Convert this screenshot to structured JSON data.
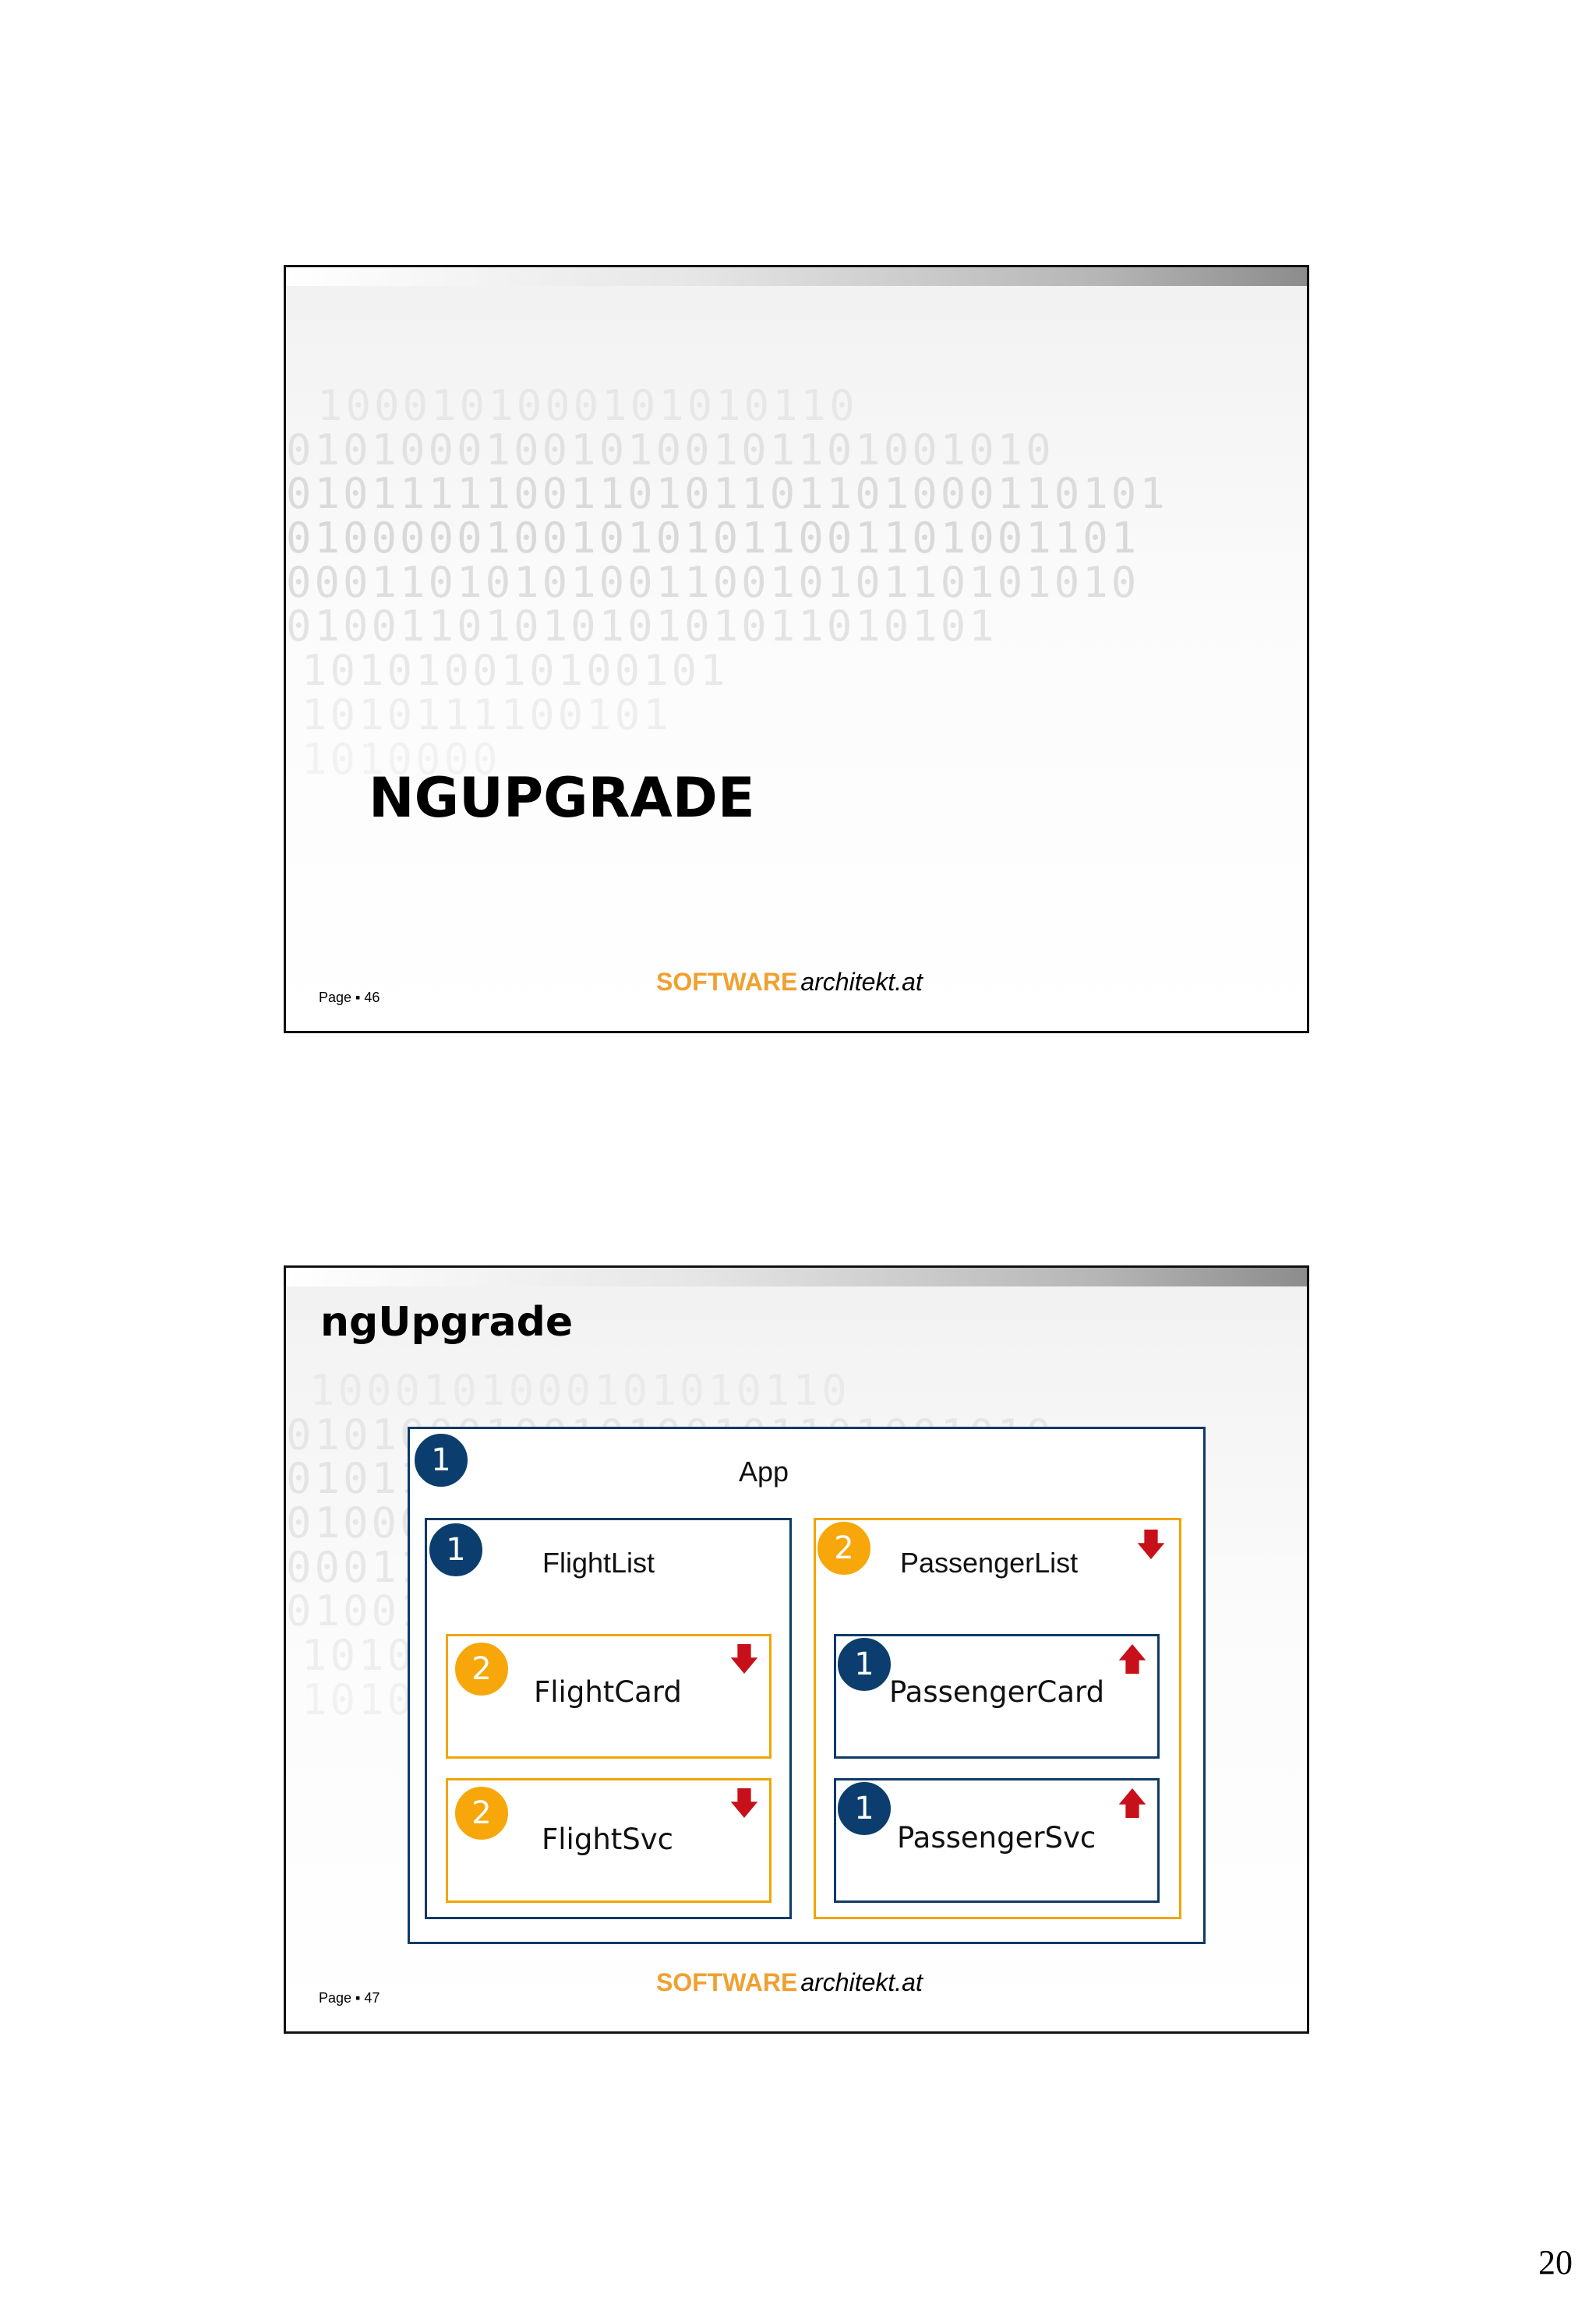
{
  "slide1": {
    "title": "NGUPGRADE",
    "page_label": "Page ▪ 46",
    "logo": {
      "brand": "SOFTWARE",
      "domain": "architekt.at"
    }
  },
  "slide2": {
    "title": "ngUpgrade",
    "page_label": "Page ▪ 47",
    "logo": {
      "brand": "SOFTWARE",
      "domain": "architekt.at"
    },
    "diagram": {
      "app": {
        "label": "App",
        "badge": "1"
      },
      "flight_list": {
        "label": "FlightList",
        "badge": "1"
      },
      "flight_card": {
        "label": "FlightCard",
        "badge": "2",
        "arrow": "down"
      },
      "flight_svc": {
        "label": "FlightSvc",
        "badge": "2",
        "arrow": "down"
      },
      "passenger_list": {
        "label": "PassengerList",
        "badge": "2",
        "arrow": "down"
      },
      "passenger_card": {
        "label": "PassengerCard",
        "badge": "1",
        "arrow": "up"
      },
      "passenger_svc": {
        "label": "PassengerSvc",
        "badge": "1",
        "arrow": "up"
      }
    },
    "colors": {
      "navy": "#0b3e6e",
      "orange": "#f7a70a",
      "arrow_red": "#c8101a"
    }
  },
  "page_number": "20"
}
